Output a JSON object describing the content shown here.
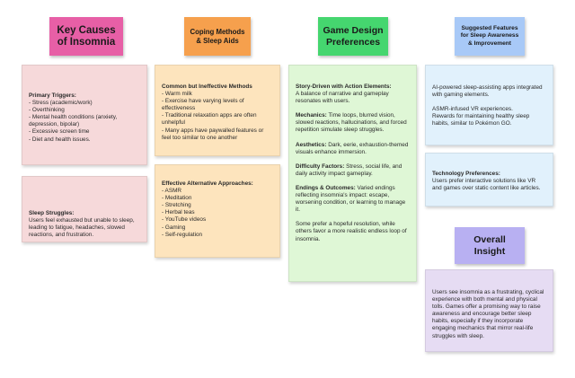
{
  "colors": {
    "pink_header": "#e75fa6",
    "pink_card": "#f6d9da",
    "orange_header": "#f6a04d",
    "orange_card": "#fde4bd",
    "green_header": "#45d66f",
    "green_card": "#dff7d6",
    "blue_header": "#a8c9f7",
    "blue_card": "#e1f1fc",
    "purple_header": "#b8b0f2",
    "purple_card": "#e6dcf3"
  },
  "insomnia": {
    "title": "Key Causes of Insomnia",
    "triggers_title": "Primary Triggers:",
    "triggers": [
      "- Stress (academic/work)",
      "- Overthinking",
      "- Mental health conditions (anxiety, depression, bipolar)",
      "- Excessive screen time",
      "- Diet and health issues."
    ],
    "struggles_title": "Sleep Struggles:",
    "struggles_text": "Users feel exhausted but unable to sleep, leading to fatigue, headaches, slowed reactions, and frustration."
  },
  "coping": {
    "title": "Coping Methods & Sleep Aids",
    "ineffective_title": "Common but Ineffective Methods",
    "ineffective": [
      "- Warm milk",
      "- Exercise have varying levels of effectiveness",
      "- Traditional relaxation apps are often unhelpful",
      "- Many apps have paywalled features or feel too similar to one another"
    ],
    "effective_title": "Effective Alternative Approaches:",
    "effective": [
      "- ASMR",
      "- Meditation",
      "- Stretching",
      "- Herbal teas",
      "- YouTube videos",
      "- Gaming",
      "- Self-regulation"
    ]
  },
  "game": {
    "title": "Game Design Preferences",
    "story_title": "Story-Driven with Action Elements:",
    "story_text": "A balance of narrative and gameplay resonates with users.",
    "mechanics_title": "Mechanics:",
    "mechanics_text": "Time loops, blurred vision, slowed reactions, hallucinations, and forced repetition simulate sleep struggles.",
    "aesthetics_title": "Aesthetics:",
    "aesthetics_text": "Dark, eerie, exhaustion-themed visuals enhance immersion.",
    "difficulty_title": "Difficulty Factors:",
    "difficulty_text": "Stress, social life, and daily activity impact gameplay.",
    "endings_title": "Endings & Outcomes:",
    "endings_text": "Varied endings reflecting insomnia's impact: escape, worsening condition, or learning to manage it.",
    "resolution_text": "Some prefer a hopeful resolution, while others favor a more realistic endless loop of insomnia."
  },
  "features": {
    "title": "Suggested Features for Sleep Awareness & Improvement",
    "ai_text": "AI-powered sleep-assisting apps integrated with gaming elements.",
    "asmr_text": "ASMR-infused VR experiences.",
    "rewards_text": "Rewards for maintaining healthy sleep habits, similar to Pokémon GO.",
    "tech_title": "Technology Preferences:",
    "tech_text": "Users prefer interactive solutions like VR and games over static content like articles."
  },
  "insight": {
    "title": "Overall Insight",
    "text": "Users see insomnia as a frustrating, cyclical experience with both mental and physical tolls. Games offer a promising way to raise awareness and encourage better sleep habits, especially if they incorporate engaging mechanics that mirror real-life struggles with sleep."
  }
}
